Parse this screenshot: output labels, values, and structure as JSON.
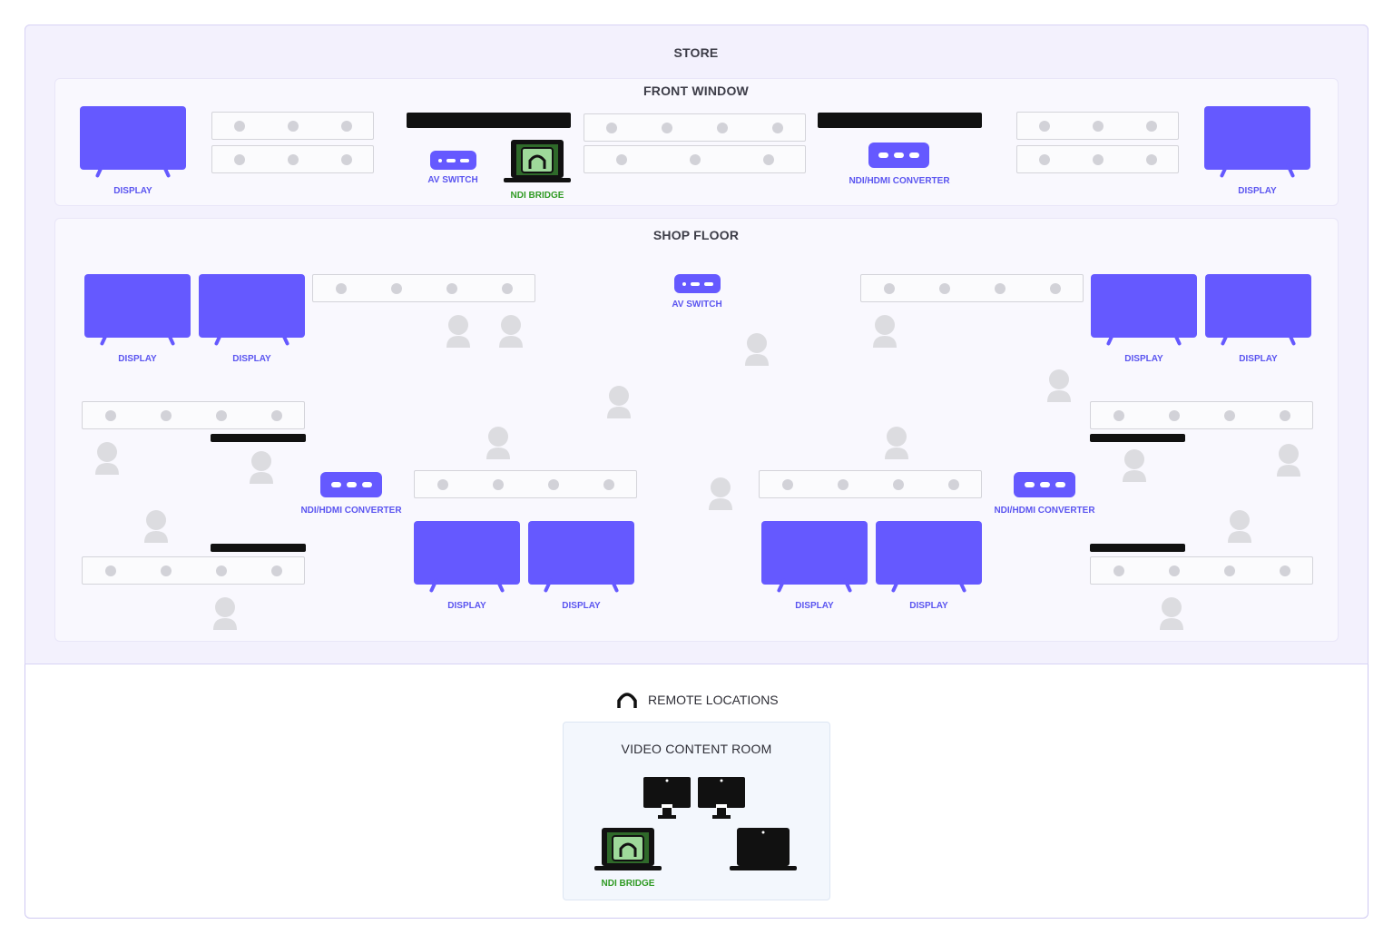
{
  "store": {
    "title": "STORE",
    "front_window": {
      "title": "FRONT WINDOW",
      "display_left_label": "DISPLAY",
      "display_right_label": "DISPLAY",
      "av_switch_label": "AV SWITCH",
      "ndi_bridge_label": "NDI BRIDGE",
      "converter_label": "NDI/HDMI CONVERTER"
    },
    "shop_floor": {
      "title": "SHOP FLOOR",
      "av_switch_label": "AV SWITCH",
      "converter_left_label": "NDI/HDMI CONVERTER",
      "converter_right_label": "NDI/HDMI CONVERTER",
      "display_label": "DISPLAY"
    }
  },
  "remote": {
    "title": "REMOTE LOCATIONS",
    "room": {
      "title": "VIDEO CONTENT ROOM",
      "ndi_bridge_label": "NDI BRIDGE"
    }
  },
  "colors": {
    "display": "#6559ff",
    "ndi_green": "#2f9a23",
    "panel_bg": "#f3f1fd"
  }
}
